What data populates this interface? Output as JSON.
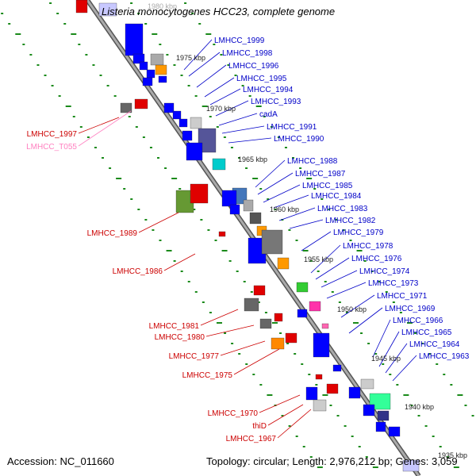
{
  "title": "Listeria monocytogenes HCC23, complete genome",
  "footer": {
    "accession": "Accession: NC_011660",
    "topology": "Topology: circular; Length: 2,976,212 bp; Genes: 3,059"
  },
  "ticks": [
    "1980 kbp",
    "1975 kbp",
    "1970 kbp",
    "1965 kbp",
    "1960 kbp",
    "1955 kbp",
    "1950 kbp",
    "1945 kbp",
    "1940 kbp",
    "1935 kbp"
  ],
  "right_labels": [
    "LMHCC_1999",
    "LMHCC_1998",
    "LMHCC_1996",
    "LMHCC_1995",
    "LMHCC_1994",
    "LMHCC_1993",
    "cadA",
    "LMHCC_1991",
    "LMHCC_1990",
    "LMHCC_1988",
    "LMHCC_1987",
    "LMHCC_1985",
    "LMHCC_1984",
    "LMHCC_1983",
    "LMHCC_1982",
    "LMHCC_1979",
    "LMHCC_1978",
    "LMHCC_1976",
    "LMHCC_1974",
    "LMHCC_1973",
    "LMHCC_1971",
    "LMHCC_1969",
    "LMHCC_1966",
    "LMHCC_1965",
    "LMHCC_1964",
    "LMHCC_1963"
  ],
  "left_labels": [
    "LMHCC_1997",
    "LMHCC_T055",
    "LMHCC_1989",
    "LMHCC_1986",
    "LMHCC_1981",
    "LMHCC_1980",
    "LMHCC_1977",
    "LMHCC_1975",
    "LMHCC_1970",
    "thiD",
    "LMHCC_1967"
  ],
  "colors": {
    "cds_forward": "#0000ff",
    "cds_reverse": "#e00000",
    "trna": "#ff66b2",
    "right_label": "#0000c8",
    "left_label": "#cc0000",
    "trna_label": "#ff80c0",
    "gc_dots": "#1a8a1a",
    "backbone": "#8c8c8c"
  }
}
